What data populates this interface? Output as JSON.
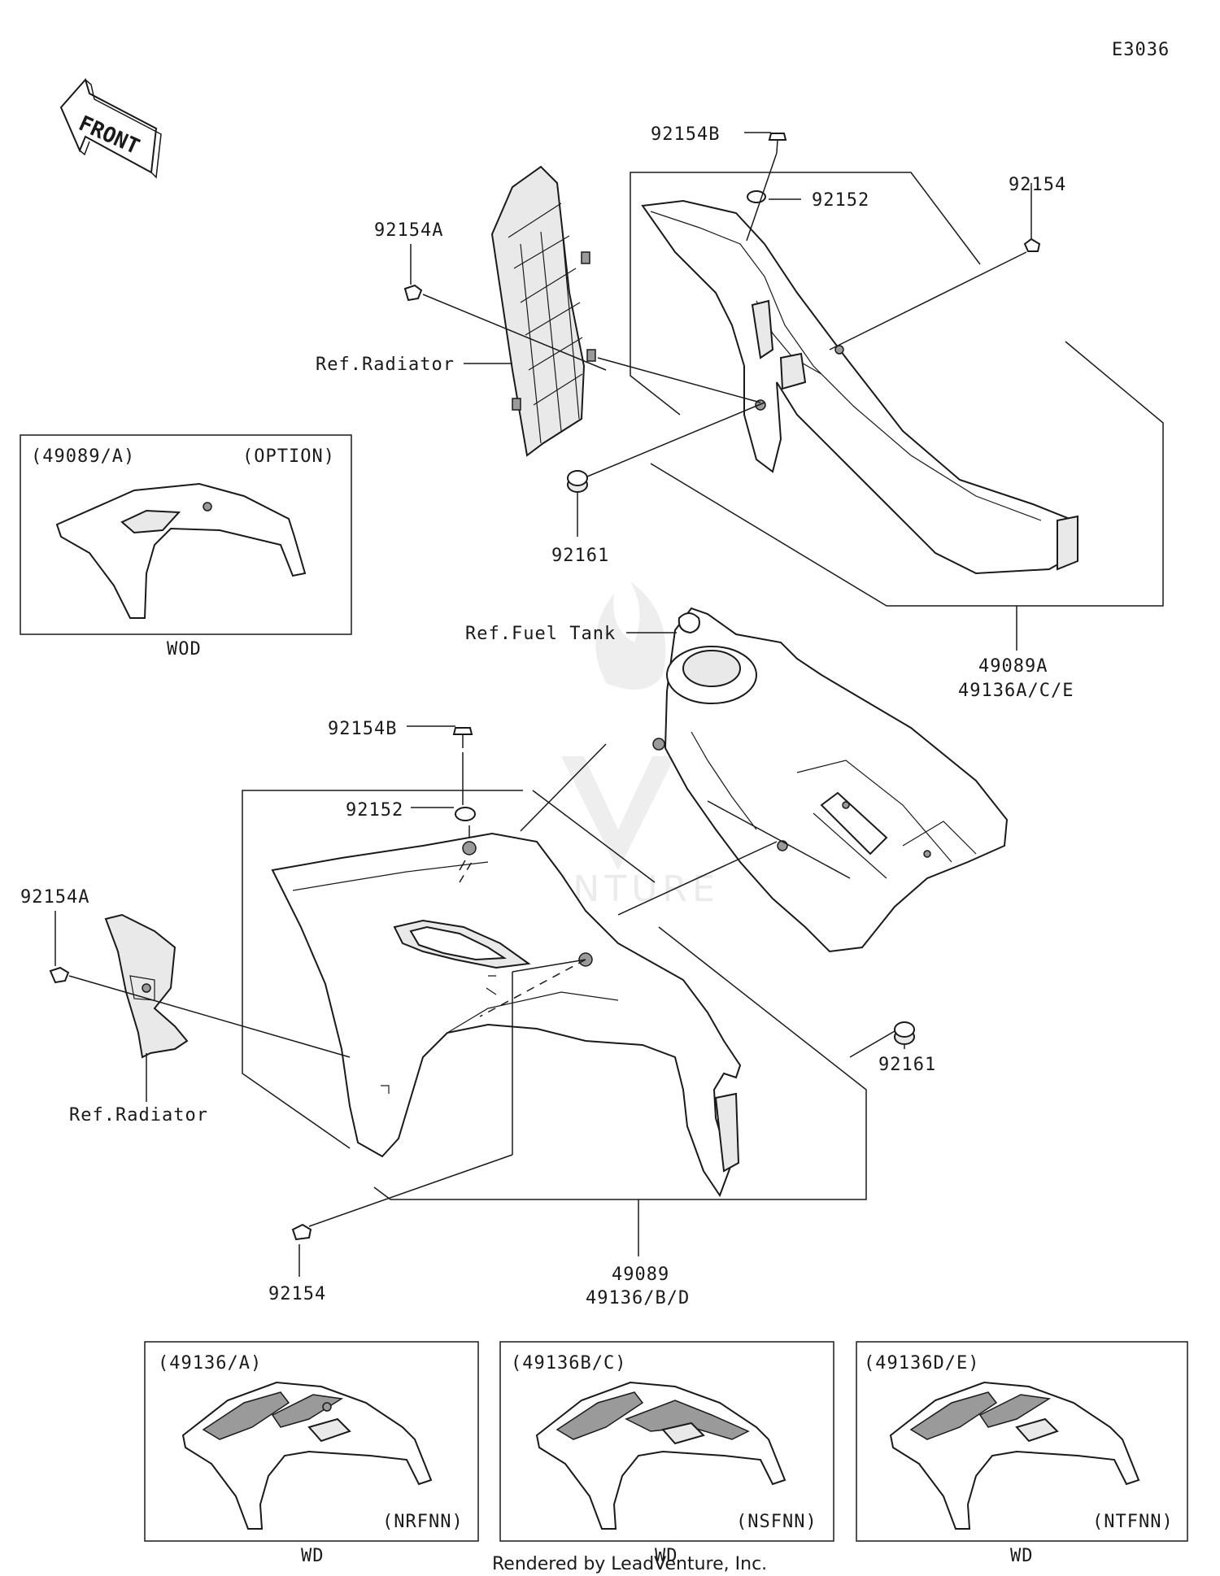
{
  "diagram_code": "E3036",
  "front_label": "FRONT",
  "labels": {
    "p92154B_top": "92154B",
    "p92152_top": "92152",
    "p92154_top": "92154",
    "p92154A_top": "92154A",
    "ref_radiator_top": "Ref.Radiator",
    "p92161_top": "92161",
    "kit_top_line1": "49089A",
    "kit_top_line2": "49136A/C/E",
    "ref_fuel_tank": "Ref.Fuel Tank",
    "p92154B_mid": "92154B",
    "p92152_mid": "92152",
    "p92154A_left": "92154A",
    "ref_radiator_left": "Ref.Radiator",
    "p92161_right": "92161",
    "p92154_bottom": "92154",
    "kit_bottom_line1": "49089",
    "kit_bottom_line2": "49136/B/D"
  },
  "inset_option": {
    "header_left": "(49089/A)",
    "header_right": "(OPTION)",
    "caption": "WOD"
  },
  "insets_bottom": [
    {
      "header": "(49136/A)",
      "code": "(NRFNN)",
      "caption": "WD"
    },
    {
      "header": "(49136B/C)",
      "code": "(NSFNN)",
      "caption": "WD"
    },
    {
      "header": "(49136D/E)",
      "code": "(NTFNN)",
      "caption": "WD"
    }
  ],
  "watermark": "LEADVENTURE",
  "footer": "Rendered by LeadVenture, Inc."
}
